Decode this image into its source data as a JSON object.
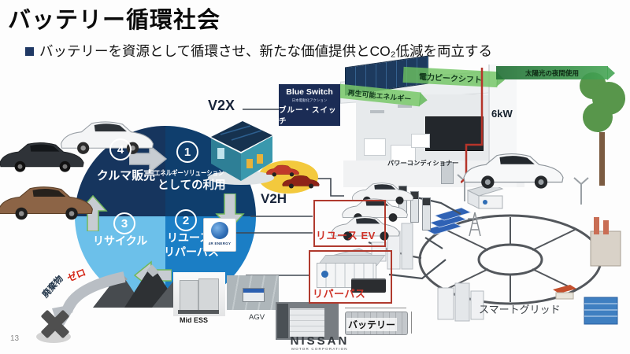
{
  "page_number": "13",
  "header": {
    "title": "バッテリー循環社会",
    "subtitle": "バッテリーを資源として循環させ、新たな価値提供とCO₂低減を両立する"
  },
  "cycle": {
    "step1": {
      "num": "1",
      "line1": "エネルギーソリューション",
      "line2": "としての利用"
    },
    "step2": {
      "num": "2",
      "line1": "リユース",
      "line2": "リパーパス"
    },
    "step3": {
      "num": "3",
      "label": "リサイクル"
    },
    "step4": {
      "num": "4",
      "label": "クルマ販売"
    },
    "waste": {
      "dark": "廃棄物",
      "red": "ゼロ"
    }
  },
  "blue_switch": {
    "title_en": "Blue Switch",
    "tagline": "日本電動化アクション",
    "title_ja": "ブルー・スイッチ"
  },
  "callouts": {
    "v2x": "V2X",
    "v2h": "V2H",
    "reuse_ev": "リユース EV",
    "repurpose": "リパーパス",
    "battery": "バッテリー",
    "smart_grid": "スマートグリッド",
    "mid_ess": "Mid ESS",
    "agv": "AGV",
    "power_conditioner": "パワーコンディショナー",
    "power": "6kW"
  },
  "scene_arrows": {
    "renewable": "再生可能エネルギー",
    "peak_shift": "電力ピークシフト",
    "night_use": "太陽光の夜間使用"
  },
  "partner_logo": "4R ENERGY",
  "footer": {
    "brand": "NISSAN",
    "brand_sub": "MOTOR CORPORATION"
  },
  "colors": {
    "navy_dark": "#16355e",
    "navy_mid": "#0f3e6d",
    "blue_mid": "#1b7ec5",
    "blue_light": "#6cc0ea",
    "accent_red": "#c7342a",
    "arrow_green": "#72b85c",
    "scene_green": "#59a84e"
  }
}
